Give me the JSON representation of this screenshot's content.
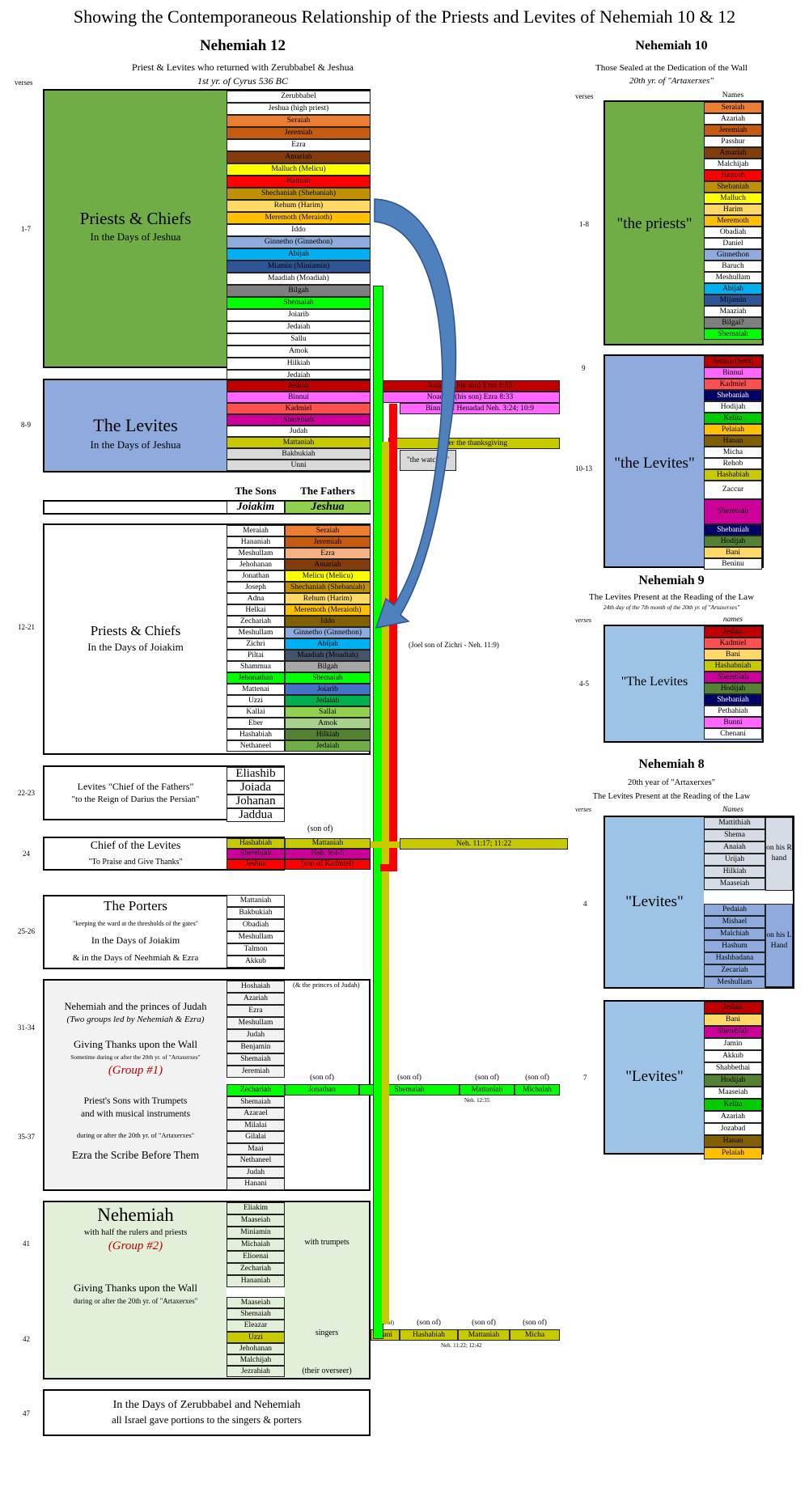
{
  "title": "Showing the Contemporaneous Relationship of the Priests and Levites of Nehemiah 10 & 12",
  "colors": {
    "priests_green": "#70ad47",
    "levites_blue": "#8faadc",
    "neh9_blue": "#9dc3e6",
    "bright_green": "#00ff00",
    "olive": "#c9c900",
    "red": "#ff0000"
  },
  "n12": {
    "heading": "Nehemiah 12",
    "sub1": "Priest & Levites who returned with Zerubbabel & Jeshua",
    "sub2": "1st yr. of Cyrus 536 BC",
    "verses_label": "verses",
    "priests_title": "Priests & Chiefs",
    "priests_sub": "In the Days of Jeshua",
    "priests_verse": "1-7",
    "priests": [
      {
        "name": "Zerubbabel",
        "bg": "#ffffff",
        "fg": "#000"
      },
      {
        "name": "Jeshua (high priest)",
        "bg": "#ffffff",
        "fg": "#000"
      },
      {
        "name": "Seraiah",
        "bg": "#ed7d31",
        "fg": "#000"
      },
      {
        "name": "Jeremiah",
        "bg": "#c55a11",
        "fg": "#000"
      },
      {
        "name": "Ezra",
        "bg": "#ffffff",
        "fg": "#000"
      },
      {
        "name": "Amariah",
        "bg": "#843c0c",
        "fg": "#000"
      },
      {
        "name": "Malluch (Melicu)",
        "bg": "#ffff00",
        "fg": "#000"
      },
      {
        "name": "Hattush",
        "bg": "#ff0000",
        "fg": "#000"
      },
      {
        "name": "Shechaniah (Shebaniah)",
        "bg": "#bf9000",
        "fg": "#000"
      },
      {
        "name": "Rehum (Harim)",
        "bg": "#ffd966",
        "fg": "#000"
      },
      {
        "name": "Meremoth (Meraioth)",
        "bg": "#ffc000",
        "fg": "#000"
      },
      {
        "name": "Iddo",
        "bg": "#ffffff",
        "fg": "#000"
      },
      {
        "name": "Ginnetho (Ginnethon)",
        "bg": "#8faadc",
        "fg": "#000"
      },
      {
        "name": "Abijah",
        "bg": "#00b0f0",
        "fg": "#000"
      },
      {
        "name": "Miamin (Miniamin)",
        "bg": "#2f5597",
        "fg": "#000"
      },
      {
        "name": "Maadiah (Moadiah)",
        "bg": "#ffffff",
        "fg": "#000"
      },
      {
        "name": "Bilgah",
        "bg": "#7f7f7f",
        "fg": "#000"
      },
      {
        "name": "Shemaiah",
        "bg": "#00ff00",
        "fg": "#000"
      },
      {
        "name": "Joiarib",
        "bg": "#ffffff",
        "fg": "#000"
      },
      {
        "name": "Jedaiah",
        "bg": "#ffffff",
        "fg": "#000"
      },
      {
        "name": "Sallu",
        "bg": "#ffffff",
        "fg": "#000"
      },
      {
        "name": "Amok",
        "bg": "#ffffff",
        "fg": "#000"
      },
      {
        "name": "Hilkiah",
        "bg": "#ffffff",
        "fg": "#000"
      },
      {
        "name": "Jedaiah",
        "bg": "#ffffff",
        "fg": "#000"
      }
    ],
    "levites_title": "The Levites",
    "levites_sub": "In the Days of Jeshua",
    "levites_verse": "8-9",
    "levites": [
      {
        "name": "Jeshua",
        "bg": "#c00000",
        "fg": "#000"
      },
      {
        "name": "Binnui",
        "bg": "#ff66ff",
        "fg": "#000"
      },
      {
        "name": "Kadmiel",
        "bg": "#ff5050",
        "fg": "#000"
      },
      {
        "name": "Sherebiah",
        "bg": "#cc0099",
        "fg": "#000"
      },
      {
        "name": "Judah",
        "bg": "#ffffff",
        "fg": "#000"
      },
      {
        "name": "Mattaniah",
        "bg": "#c9c900",
        "fg": "#000"
      },
      {
        "name": "Bakbukiah",
        "bg": "#d9d9d9",
        "fg": "#000"
      },
      {
        "name": "Unni",
        "bg": "#d9d9d9",
        "fg": "#000"
      }
    ],
    "notes": {
      "jozabad": "Jozabad (his son) Ezra 8:33",
      "noadiah": "Noadiah (his son) Ezra 8:33",
      "binnui_h": "Binnui of Henadad Neh. 3:24; 10:9",
      "thanksgiving": "over the thanksgiving",
      "watches": "\"the watches\"",
      "joel": "(Joel son of Zichri - Neh. 11:9)"
    },
    "sons_header": "The Sons",
    "fathers_header": "The Fathers",
    "sons_top": "Joiakim",
    "fathers_top": "Jeshua",
    "joiakim_title": "Priests & Chiefs",
    "joiakim_sub": "In the Days of Joiakim",
    "joiakim_verse": "12-21",
    "joiakim_rows": [
      {
        "son": "Meraiah",
        "sbg": "#ffffff",
        "father": "Seraiah",
        "fbg": "#ed7d31"
      },
      {
        "son": "Hananiah",
        "sbg": "#ffffff",
        "father": "Jeremiah",
        "fbg": "#c55a11"
      },
      {
        "son": "Meshullam",
        "sbg": "#ffffff",
        "father": "Ezra",
        "fbg": "#f4b183"
      },
      {
        "son": "Jehohanan",
        "sbg": "#ffffff",
        "father": "Amariah",
        "fbg": "#843c0c"
      },
      {
        "son": "Jonathan",
        "sbg": "#ffffff",
        "father": "Melicu (Melicu)",
        "fbg": "#ffff00"
      },
      {
        "son": "Joseph",
        "sbg": "#ffffff",
        "father": "Shechaniah (Shebaniah)",
        "fbg": "#bf9000"
      },
      {
        "son": "Adna",
        "sbg": "#ffffff",
        "father": "Rehum (Harim)",
        "fbg": "#ffd966"
      },
      {
        "son": "Helkai",
        "sbg": "#ffffff",
        "father": "Meremoth (Meraioth)",
        "fbg": "#ffc000"
      },
      {
        "son": "Zechariah",
        "sbg": "#ffffff",
        "father": "Iddo",
        "fbg": "#806000"
      },
      {
        "son": "Meshullam",
        "sbg": "#ffffff",
        "father": "Ginnetho (Ginnethon)",
        "fbg": "#8faadc"
      },
      {
        "son": "Zichri",
        "sbg": "#ffffff",
        "father": "Abijah",
        "fbg": "#00b0f0"
      },
      {
        "son": "Piltai",
        "sbg": "#ffffff",
        "father": "Maadiah (Moadiah)",
        "fbg": "#44546a"
      },
      {
        "son": "Shammua",
        "sbg": "#ffffff",
        "father": "Bilgah",
        "fbg": "#a6a6a6"
      },
      {
        "son": "Jehonathan",
        "sbg": "#00ff00",
        "father": "Shemaiah",
        "fbg": "#00ff00"
      },
      {
        "son": "Mattenai",
        "sbg": "#ffffff",
        "father": "Joiarib",
        "fbg": "#4472c4"
      },
      {
        "son": "Uzzi",
        "sbg": "#ffffff",
        "father": "Jedaiah",
        "fbg": "#00b050"
      },
      {
        "son": "Kallai",
        "sbg": "#ffffff",
        "father": "Sallai",
        "fbg": "#92d050"
      },
      {
        "son": "Eber",
        "sbg": "#ffffff",
        "father": "Amok",
        "fbg": "#a9d18e"
      },
      {
        "son": "Hashabiah",
        "sbg": "#ffffff",
        "father": "Hilkiah",
        "fbg": "#548235"
      },
      {
        "son": "Nethaneel",
        "sbg": "#ffffff",
        "father": "Jedaiah",
        "fbg": "#70ad47"
      }
    ],
    "chief_fathers_title": "Levites \"Chief of the Fathers\"",
    "chief_fathers_sub": "\"to the Reign of Darius the Persian\"",
    "chief_fathers_verse": "22-23",
    "chief_fathers": [
      "Eliashib",
      "Joiada",
      "Johanan",
      "Jaddua"
    ],
    "son_of": "(son of)",
    "chief_levites_title": "Chief of the Levites",
    "chief_levites_sub": "\"To Praise and Give Thanks\"",
    "chief_levites_verse": "24",
    "chief_levites": [
      {
        "son": "Hashabiah",
        "sbg": "#c9c900",
        "father": "Mattaniah",
        "fbg": "#c9c900"
      },
      {
        "son": "Sherebiah",
        "sbg": "#cc0099",
        "father": "Neh. 9:4-5",
        "fbg": "#cc0099"
      },
      {
        "son": "Jeshua",
        "sbg": "#ff0000",
        "father": "(son of Kadmiel)",
        "fbg": "#ff0000"
      }
    ],
    "neh11_ref": "Neh. 11:17; 11:22",
    "porters_title": "The Porters",
    "porters_sub1": "\"keeping the ward at the thresholds of the gates\"",
    "porters_sub2": "In the Days of Joiakim",
    "porters_sub3": "& in the Days of Neehmiah & Ezra",
    "porters_verse": "25-26",
    "porters": [
      "Mattaniah",
      "Bakbukiah",
      "Obadiah",
      "Meshullam",
      "Talmon",
      "Akkub"
    ],
    "group1_title": "Nehemiah and the princes of Judah",
    "group1_sub": "(Two groups led by Nehemiah & Ezra)",
    "group1_thanks": "Giving Thanks upon the Wall",
    "group1_time": "Sometime during or after the 20th yr. of \"Artaxerxes\"",
    "group1_label": "(Group #1)",
    "group1_verse": "31-34",
    "group1_names": [
      "Hoshaiah",
      "Azariah",
      "Ezra",
      "Meshullam",
      "Judah",
      "Benjamin",
      "Shemaiah",
      "Jeremiah"
    ],
    "princes_note": "(& the princes of Judah)",
    "trumpets_title1": "Priest's Sons with Trumpets",
    "trumpets_title2": "and with musical instruments",
    "trumpets_time": "during or after the 20th yr. of \"Artaxerxes\"",
    "ezra_title": "Ezra the Scribe Before Them",
    "trumpets_verse": "35-37",
    "trumpet_names": [
      "Zechariah",
      "Shemaiah",
      "Azarael",
      "Milalai",
      "Gilalai",
      "Maai",
      "Nethaneel",
      "Judah",
      "Hanani"
    ],
    "zech_chain": [
      "Jonathan",
      "Shemaiah",
      "Mattaniah",
      "Michaiah"
    ],
    "neh1235": "Neh. 12:35",
    "group2_title": "Nehemiah",
    "group2_sub": "with half the rulers and priests",
    "group2_label": "(Group #2)",
    "group2_thanks": "Giving Thanks upon the Wall",
    "group2_time": "during or after the 20th yr. of \"Artaxerxes\"",
    "group2_verse": "41",
    "group2_trumpets": [
      "Eliakim",
      "Maaseiah",
      "Miniamin",
      "Michaiah",
      "Elioenai",
      "Zechariah",
      "Hananiah"
    ],
    "with_trumpets": "with trumpets",
    "singers_verse": "42",
    "singers": [
      "Maaseiah",
      "Shemaiah",
      "Eleazar",
      "Uzzi",
      "Jehohanan",
      "Malchijah",
      "Jezrahiah"
    ],
    "singers_label": "singers",
    "overseer": "(their overseer)",
    "uzzi_chain": [
      "Bani",
      "Hashabiah",
      "Mattaniah",
      "Micha"
    ],
    "neh1122": "Neh. 11:22; 12:42",
    "portions_line1": "In the Days of Zerubbabel and Nehemiah",
    "portions_line2": "all Israel gave portions to the singers & porters",
    "portions_verse": "47"
  },
  "n10": {
    "heading": "Nehemiah 10",
    "sub1": "Those Sealed at the Dedication of the Wall",
    "sub2": "20th yr. of \"Artaxerxes\"",
    "verses_label": "verses",
    "names_label": "Names",
    "priests_label": "\"the priests\"",
    "priests_verse": "1-8",
    "priests": [
      {
        "name": "Seraiah",
        "bg": "#ed7d31"
      },
      {
        "name": "Azariah",
        "bg": "#ffffff"
      },
      {
        "name": "Jeremiah",
        "bg": "#c55a11"
      },
      {
        "name": "Passhur",
        "bg": "#ffffff"
      },
      {
        "name": "Amariah",
        "bg": "#843c0c"
      },
      {
        "name": "Malchijah",
        "bg": "#ffffff"
      },
      {
        "name": "Hattush",
        "bg": "#ff0000"
      },
      {
        "name": "Shebaniah",
        "bg": "#bf9000"
      },
      {
        "name": "Malluch",
        "bg": "#ffff00"
      },
      {
        "name": "Harim",
        "bg": "#ffd966"
      },
      {
        "name": "Meremoth",
        "bg": "#ffc000"
      },
      {
        "name": "Obadiah",
        "bg": "#ffffff"
      },
      {
        "name": "Daniel",
        "bg": "#ffffff"
      },
      {
        "name": "Ginnethon",
        "bg": "#8faadc"
      },
      {
        "name": "Baruch",
        "bg": "#ffffff"
      },
      {
        "name": "Meshullam",
        "bg": "#ffffff"
      },
      {
        "name": "Abijah",
        "bg": "#00b0f0"
      },
      {
        "name": "Mijamin",
        "bg": "#2f5597"
      },
      {
        "name": "Maaziah",
        "bg": "#ffffff"
      },
      {
        "name": "Bilgai?",
        "bg": "#7f7f7f"
      },
      {
        "name": "Shemaiah",
        "bg": "#00ff00"
      }
    ],
    "levites_verse_a": "9",
    "levites_verse_b": "10-13",
    "levites_label": "\"the Levites\"",
    "levites": [
      {
        "name": "Jeshua (both)",
        "bg": "#c00000",
        "h": 1
      },
      {
        "name": "Binnui",
        "bg": "#ff66ff",
        "h": 1
      },
      {
        "name": "Kadmiel",
        "bg": "#ff5050",
        "h": 1
      },
      {
        "name": "Shebaniah",
        "bg": "#000066",
        "h": 1,
        "fg": "#fff"
      },
      {
        "name": "Hodijah",
        "bg": "#ffffff",
        "h": 1
      },
      {
        "name": "Kelita",
        "bg": "#00cc00",
        "h": 1
      },
      {
        "name": "Pelaiah",
        "bg": "#ffc000",
        "h": 1
      },
      {
        "name": "Hanan",
        "bg": "#806000",
        "h": 1
      },
      {
        "name": "Micha",
        "bg": "#ffffff",
        "h": 1
      },
      {
        "name": "Rehob",
        "bg": "#ffffff",
        "h": 1
      },
      {
        "name": "Hashabiah",
        "bg": "#c9c900",
        "h": 1
      },
      {
        "name": "Zaccur",
        "bg": "#ffffff",
        "h": 1.6
      },
      {
        "name": "Sherebiah",
        "bg": "#cc0099",
        "h": 2.2
      },
      {
        "name": "Shebaniah",
        "bg": "#000066",
        "h": 1,
        "fg": "#fff"
      },
      {
        "name": "Hodijah",
        "bg": "#548235",
        "h": 1
      },
      {
        "name": "Bani",
        "bg": "#ffd966",
        "h": 1
      },
      {
        "name": "Beninu",
        "bg": "#ffffff",
        "h": 1
      }
    ]
  },
  "n9": {
    "heading": "Nehemiah 9",
    "sub1": "The Levites Present at the Reading of the Law",
    "sub2": "24th day of the 7th month of the 20th yr. of \"Artaxerxes\"",
    "verses_label": "verses",
    "names_label": "names",
    "label": "\"The Levites",
    "verse": "4-5",
    "names": [
      {
        "name": "Jeshua",
        "bg": "#c00000"
      },
      {
        "name": "Kadmiel",
        "bg": "#ff5050"
      },
      {
        "name": "Bani",
        "bg": "#ffd966"
      },
      {
        "name": "Hashabniah",
        "bg": "#c9c900"
      },
      {
        "name": "Sherebiah",
        "bg": "#cc0099"
      },
      {
        "name": "Hodijah",
        "bg": "#548235"
      },
      {
        "name": "Shebaniah",
        "bg": "#000066",
        "fg": "#fff"
      },
      {
        "name": "Pethahiah",
        "bg": "#ffffff"
      },
      {
        "name": "Bunni",
        "bg": "#ff66ff"
      },
      {
        "name": "Chenani",
        "bg": "#ffffff"
      }
    ]
  },
  "n8": {
    "heading": "Nehemiah 8",
    "sub1": "20th year of \"Artaxerxes\"",
    "sub2": "The Levites Present at the Reading of the Law",
    "verses_label": "verses",
    "names_label": "Names",
    "label_a": "\"Levites\"",
    "verse_a": "4",
    "right_hand": [
      "Mattithiah",
      "Shema",
      "Anaiah",
      "Urijah",
      "Hilkiah",
      "Maaseiah"
    ],
    "right_label": "on his R hand",
    "left_hand": [
      "Pedaiah",
      "Mishael",
      "Malchiah",
      "Hashum",
      "Hashbadana",
      "Zecariah",
      "Meshullam"
    ],
    "left_label": "on his L Hand",
    "label_b": "\"Levites\"",
    "verse_b": "7",
    "levites7": [
      {
        "name": "Jeshua",
        "bg": "#c00000"
      },
      {
        "name": "Bani",
        "bg": "#ffd966"
      },
      {
        "name": "Sherebiah",
        "bg": "#cc0099"
      },
      {
        "name": "Jamin",
        "bg": "#ffffff"
      },
      {
        "name": "Akkub",
        "bg": "#ffffff"
      },
      {
        "name": "Shabbethai",
        "bg": "#ffffff"
      },
      {
        "name": "Hodijah",
        "bg": "#548235"
      },
      {
        "name": "Maaseiah",
        "bg": "#ffffff"
      },
      {
        "name": "Kelita",
        "bg": "#00cc00"
      },
      {
        "name": "Azariah",
        "bg": "#ffffff"
      },
      {
        "name": "Jozabad",
        "bg": "#ffffff"
      },
      {
        "name": "Hanan",
        "bg": "#806000"
      },
      {
        "name": "Pelaiah",
        "bg": "#ffc000"
      }
    ]
  }
}
